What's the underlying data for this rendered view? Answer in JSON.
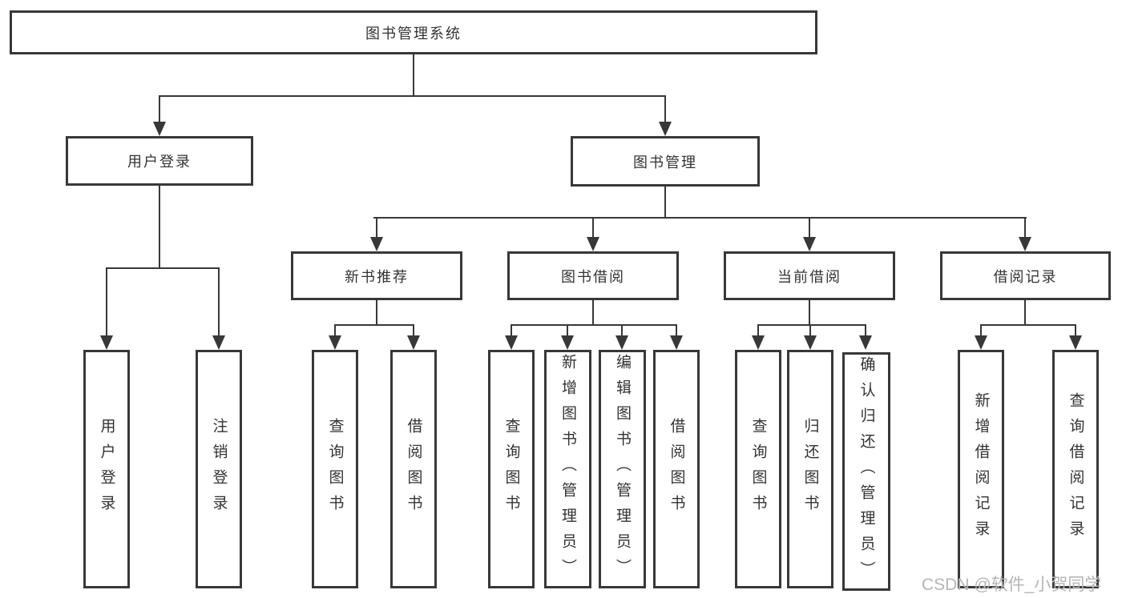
{
  "diagram": {
    "title": "图书管理系统",
    "nodes": {
      "root": "图书管理系统",
      "user_login": "用户登录",
      "book_mgmt": "图书管理",
      "new_books": "新书推荐",
      "book_borrow": "图书借阅",
      "current_borrow": "当前借阅",
      "borrow_records": "借阅记录",
      "leaves": {
        "user_login": [
          "用户登录",
          "注销登录"
        ],
        "new_books": [
          "查询图书",
          "借阅图书"
        ],
        "book_borrow": [
          "查询图书",
          "新增图书（管理员）",
          "编辑图书（管理员）",
          "借阅图书"
        ],
        "current_borrow": [
          "查询图书",
          "归还图书",
          "确认归还（管理员）"
        ],
        "borrow_records": [
          "新增借阅记录",
          "查询借阅记录"
        ]
      }
    },
    "colors": {
      "line": "#383838",
      "text": "#333333",
      "watermark": "#b5b5b5"
    }
  },
  "watermark": "CSDN @软件_小贺同学"
}
